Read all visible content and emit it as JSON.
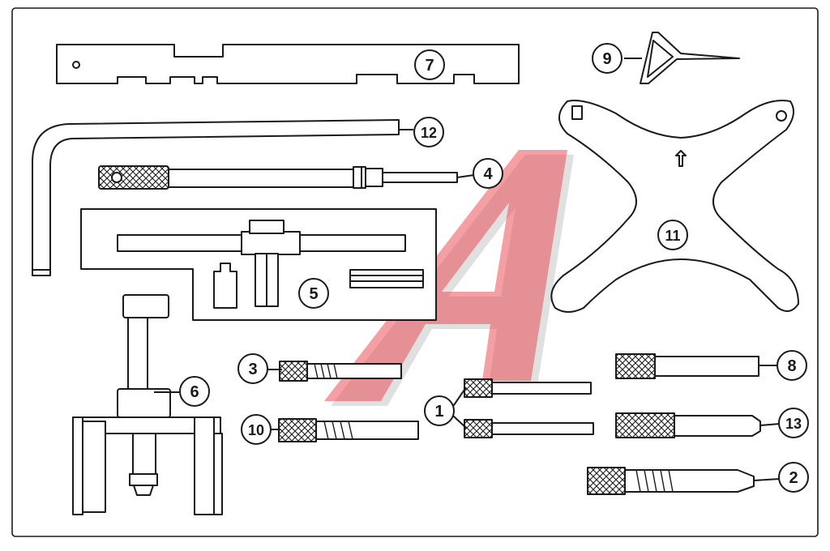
{
  "colors": {
    "stroke": "#1a1a1a",
    "fill": "#ffffff",
    "frame_bg": "#ffffff",
    "watermark_red": "#e8323a",
    "watermark_gray": "#b8b8b8"
  },
  "callouts": {
    "c1": "1",
    "c2": "2",
    "c3": "3",
    "c4": "4",
    "c5": "5",
    "c6": "6",
    "c7": "7",
    "c8": "8",
    "c9": "9",
    "c10": "10",
    "c11": "11",
    "c12": "12",
    "c13": "13"
  },
  "watermark": {
    "type": "logo-A",
    "icon": "red-letter-A-logo"
  }
}
